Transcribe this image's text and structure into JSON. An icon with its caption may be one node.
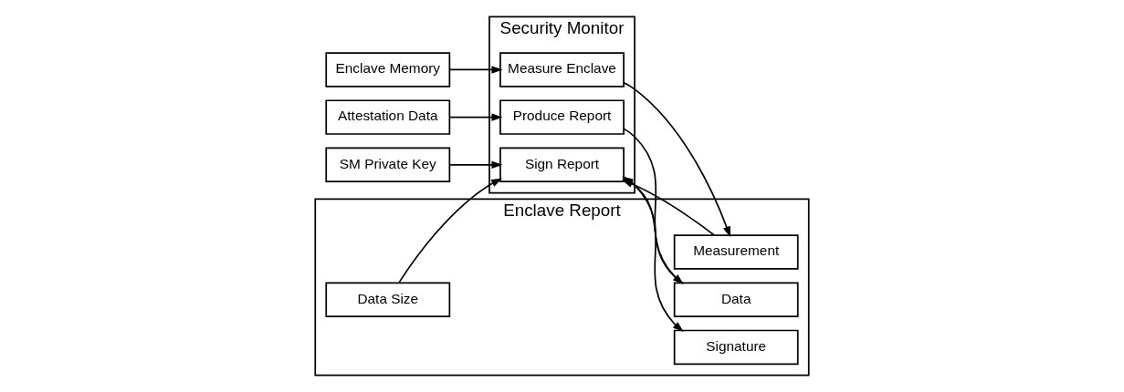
{
  "diagram": {
    "nodes": [
      {
        "text": [
          "Enclave Memory"
        ]
      },
      {
        "text": [
          "Attestation Data"
        ]
      },
      {
        "text": [
          "SM Private Key"
        ]
      },
      {
        "text": [
          "Security Monitor"
        ]
      },
      {
        "text": [
          "Measure Enclave"
        ],
        "in": 3
      },
      {
        "text": [
          "Produce Report"
        ],
        "in": 3
      },
      {
        "text": [
          "Sign Report"
        ],
        "in": 3
      },
      {
        "text": [
          "Enclave Report"
        ]
      },
      {
        "text": [
          "Measurement"
        ],
        "in": 7
      },
      {
        "text": [
          "Data Size"
        ],
        "in": 7
      },
      {
        "text": [
          "Data"
        ],
        "in": 7
      },
      {
        "text": [
          "Signature"
        ],
        "in": 7
      }
    ],
    "edges": [
      {
        "from": 0,
        "to": 4,
        "arrow": "to"
      },
      {
        "from": 4,
        "to": 8,
        "arrow": "to"
      },
      {
        "from": 1,
        "to": 5,
        "arrow": "to"
      },
      {
        "from": 5,
        "to": 10,
        "arrow": "to"
      },
      {
        "from": 2,
        "to": 6,
        "arrow": "to"
      },
      {
        "from": 6,
        "to": 11,
        "arrow": "to"
      },
      {
        "from": 8,
        "to": 6,
        "arrow": "to"
      },
      {
        "from": 9,
        "to": 6,
        "arrow": "to"
      },
      {
        "from": 10,
        "to": 6,
        "arrow": "to"
      }
    ]
  }
}
